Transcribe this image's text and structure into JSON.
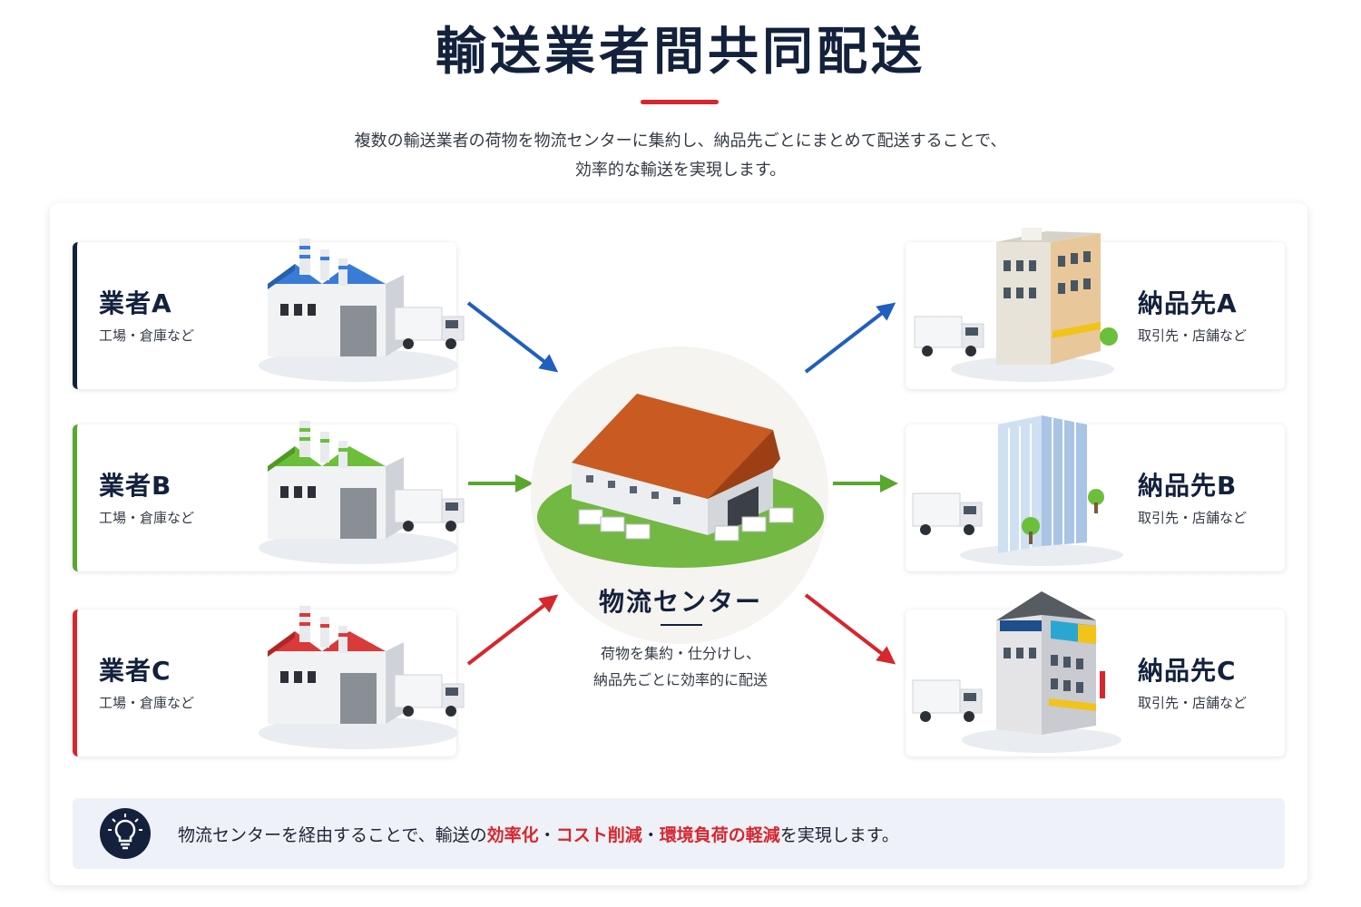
{
  "title": "輸送業者間共同配送",
  "description": {
    "line1": "複数の輸送業者の荷物を物流センターに集約し、納品先ごとにまとめて配送することで、",
    "line2": "効率的な輸送を実現します。"
  },
  "carriers": [
    {
      "name": "業者A",
      "sub": "工場・倉庫など",
      "color": "#14213d",
      "roof_color": "#3a7bd5"
    },
    {
      "name": "業者B",
      "sub": "工場・倉庫など",
      "color": "#5aa62e",
      "roof_color": "#6cbf3a"
    },
    {
      "name": "業者C",
      "sub": "工場・倉庫など",
      "color": "#d7262e",
      "roof_color": "#d93a3a"
    }
  ],
  "destinations": [
    {
      "name": "納品先A",
      "sub": "取引先・店舗など"
    },
    {
      "name": "納品先B",
      "sub": "取引先・店舗など"
    },
    {
      "name": "納品先C",
      "sub": "取引先・店舗など"
    }
  ],
  "center": {
    "title": "物流センター",
    "desc_line1": "荷物を集約・仕分けし、",
    "desc_line2": "納品先ごとに効率的に配送"
  },
  "arrow_colors": {
    "blue": "#1f5fbf",
    "green": "#5aa62e",
    "red": "#d7262e"
  },
  "bottom": {
    "icon": "lightbulb-icon",
    "prefix": "物流センターを経由することで、輸送の",
    "hl1": "効率化",
    "sep1": "・",
    "hl2": "コスト削減",
    "sep2": "・",
    "hl3": "環境負荷の軽減",
    "suffix": "を実現します。"
  }
}
